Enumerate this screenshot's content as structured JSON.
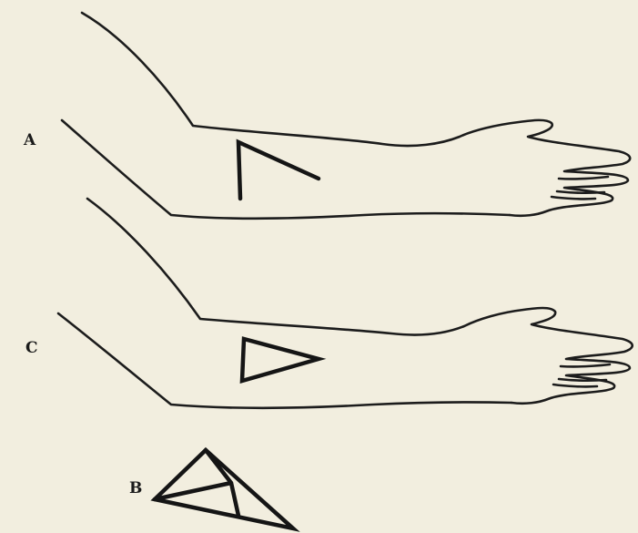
{
  "labels": {
    "arm_a": "A",
    "arm_c": "C",
    "triangle_b": "B"
  },
  "colors": {
    "background": "#f2eedf",
    "ink": "#1a1a1a"
  }
}
